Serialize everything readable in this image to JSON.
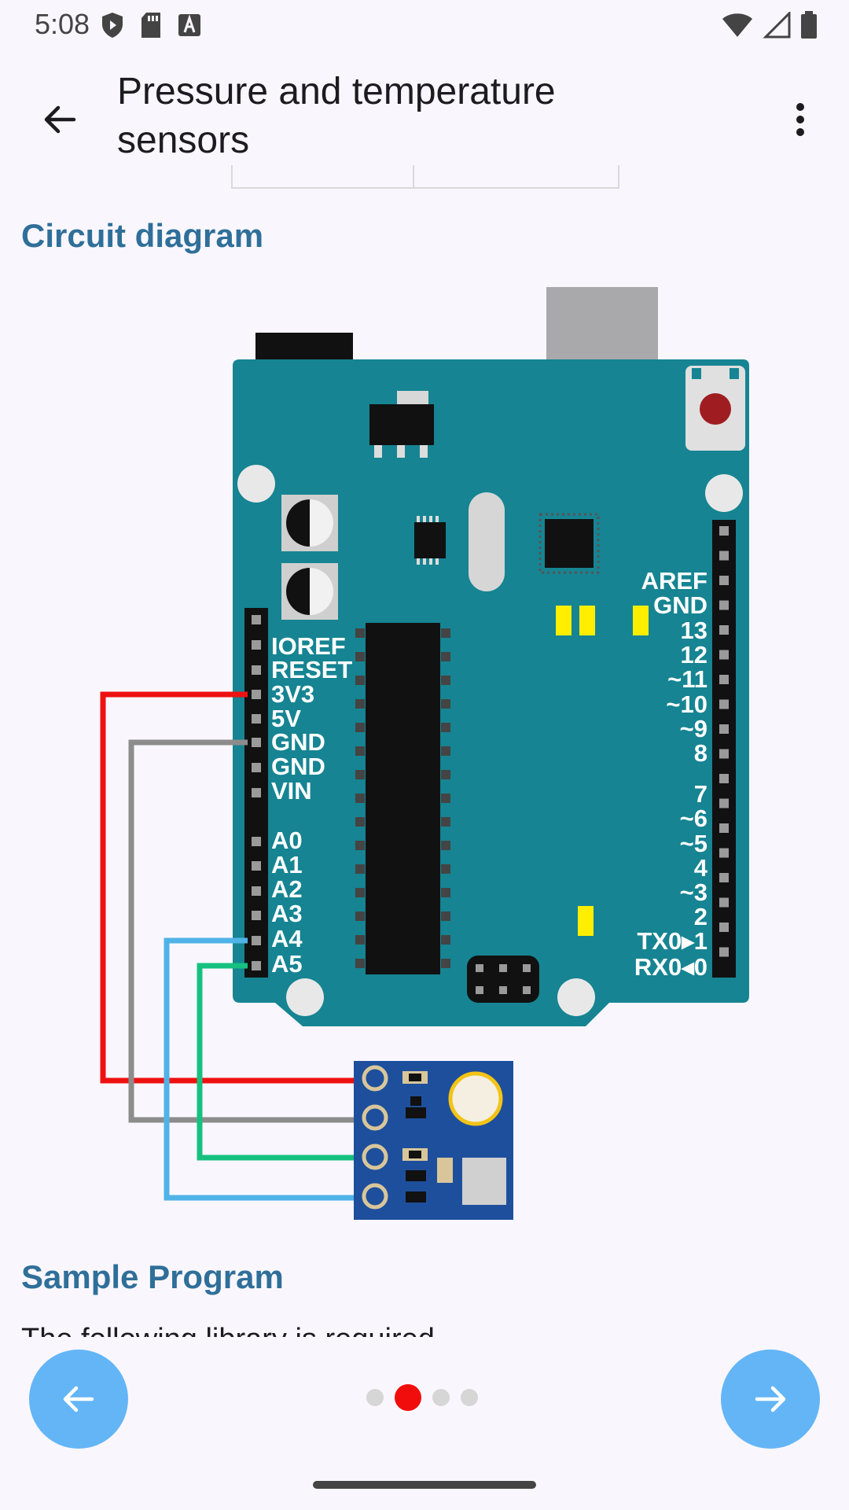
{
  "status_bar": {
    "time": "5:08",
    "left_icons": [
      "shield-icon",
      "sd-card-icon",
      "text-a-icon"
    ],
    "right_icons": [
      "wifi-icon",
      "signal-icon",
      "battery-icon"
    ]
  },
  "app_bar": {
    "title": "Pressure and temperature sensors",
    "back_icon": "arrow-back-icon",
    "menu_icon": "more-vert-icon"
  },
  "sections": {
    "circuit_heading": "Circuit diagram",
    "sample_heading": "Sample Program",
    "sample_text_partial": "The following library is required"
  },
  "diagram": {
    "left_header_labels": [
      "IOREF",
      "RESET",
      "3V3",
      "5V",
      "GND",
      "GND",
      "VIN",
      "A0",
      "A1",
      "A2",
      "A3",
      "A4",
      "A5"
    ],
    "right_header_labels": [
      "AREF",
      "GND",
      "13",
      "12",
      "~11",
      "~10",
      "~9",
      "8",
      "7",
      "~6",
      "~5",
      "4",
      "~3",
      "2",
      "TX0▸1",
      "RX0◂0"
    ],
    "wire_colors": {
      "vcc": "#ee1111",
      "gnd": "#8c8c8c",
      "sda": "#4fb3e8",
      "scl": "#16c17f"
    },
    "board_color": "#168492",
    "sensor_color": "#1e4f9c"
  },
  "pager": {
    "prev_icon": "arrow-left-icon",
    "next_icon": "arrow-right-icon",
    "dot_count": 4,
    "active_index": 1
  },
  "colors": {
    "accent": "#64b5f6",
    "heading": "#2f6f99",
    "active_dot": "#f20d0d",
    "background": "#f9f7fd"
  }
}
